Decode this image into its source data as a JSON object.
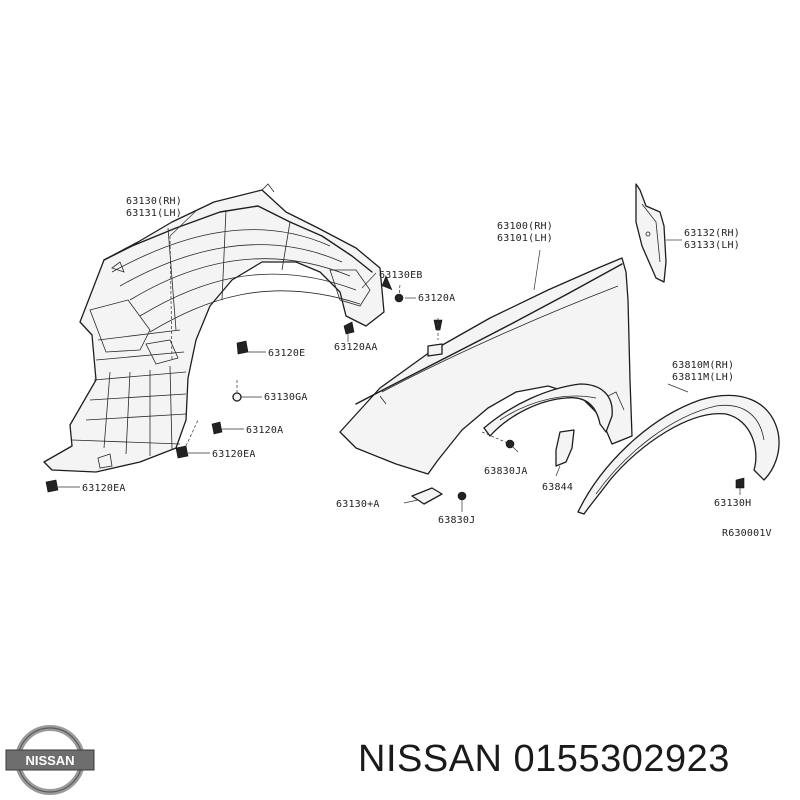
{
  "labels": {
    "p63130_rh": "63130(RH)",
    "p63131_lh": "63131(LH)",
    "p63130eb": "63130EB",
    "p63120a_top": "63120A",
    "p63120e": "63120E",
    "p63120aa": "63120AA",
    "p63130ga": "63130GA",
    "p63120a_mid": "63120A",
    "p63120ea_mid": "63120EA",
    "p63120ea_bot": "63120EA",
    "p63100_rh": "63100(RH)",
    "p63101_lh": "63101(LH)",
    "p63132_rh": "63132(RH)",
    "p63133_lh": "63133(LH)",
    "p63810m_rh": "63810M(RH)",
    "p63811m_lh": "63811M(LH)",
    "p63830ja": "63830JA",
    "p63844": "63844",
    "p63130a": "63130+A",
    "p63830j": "63830J",
    "p63130h": "63130H",
    "ref": "R630001V"
  },
  "brand": {
    "logo_text": "NISSAN",
    "title": "NISSAN 0155302923"
  }
}
